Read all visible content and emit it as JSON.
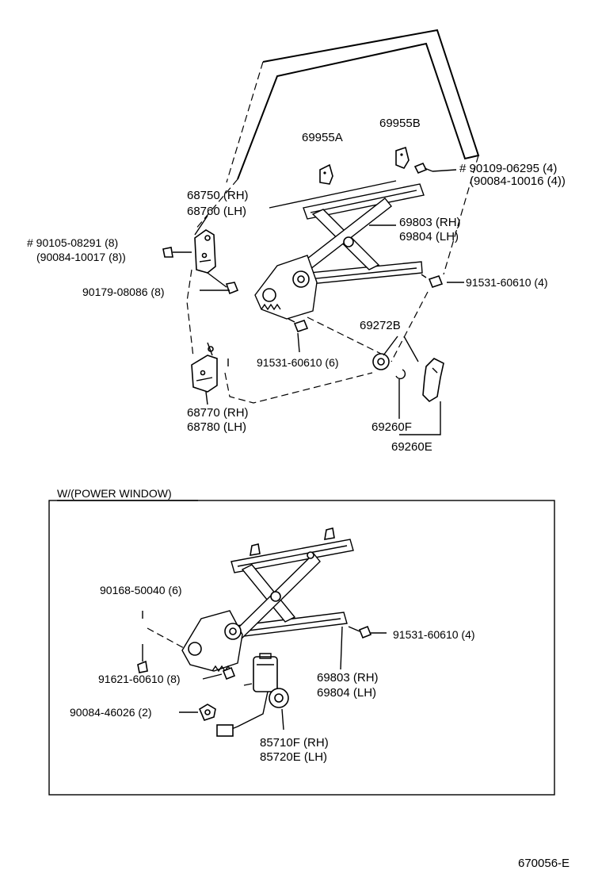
{
  "upper": {
    "p69955A": "69955A",
    "p69955B": "69955B",
    "p90109": "# 90109-06295 (4)",
    "p90084_10016": "(90084-10016 (4))",
    "p68750": "68750 (RH)",
    "p68760": "68760 (LH)",
    "p69803": "69803 (RH)",
    "p69804": "69804 (LH)",
    "p90105": "# 90105-08291 (8)",
    "p90084_10017": "(90084-10017 (8))",
    "p90179": "90179-08086 (8)",
    "p91531_a": "91531-60610 (4)",
    "p69272B": "69272B",
    "p91531_b": "91531-60610 (6)",
    "p68770": "68770 (RH)",
    "p68780": "68780 (LH)",
    "p69260F": "69260F",
    "p69260E": "69260E"
  },
  "power": {
    "title": "W/(POWER WINDOW)",
    "p90168": "90168-50040 (6)",
    "p91531": "91531-60610 (4)",
    "p91621": "91621-60610 (8)",
    "p69803": "69803 (RH)",
    "p69804": "69804 (LH)",
    "p90084_46026": "90084-46026 (2)",
    "p85710F": "85710F (RH)",
    "p85720E": "85720E (LH)"
  },
  "footer": {
    "code": "670056-E"
  }
}
